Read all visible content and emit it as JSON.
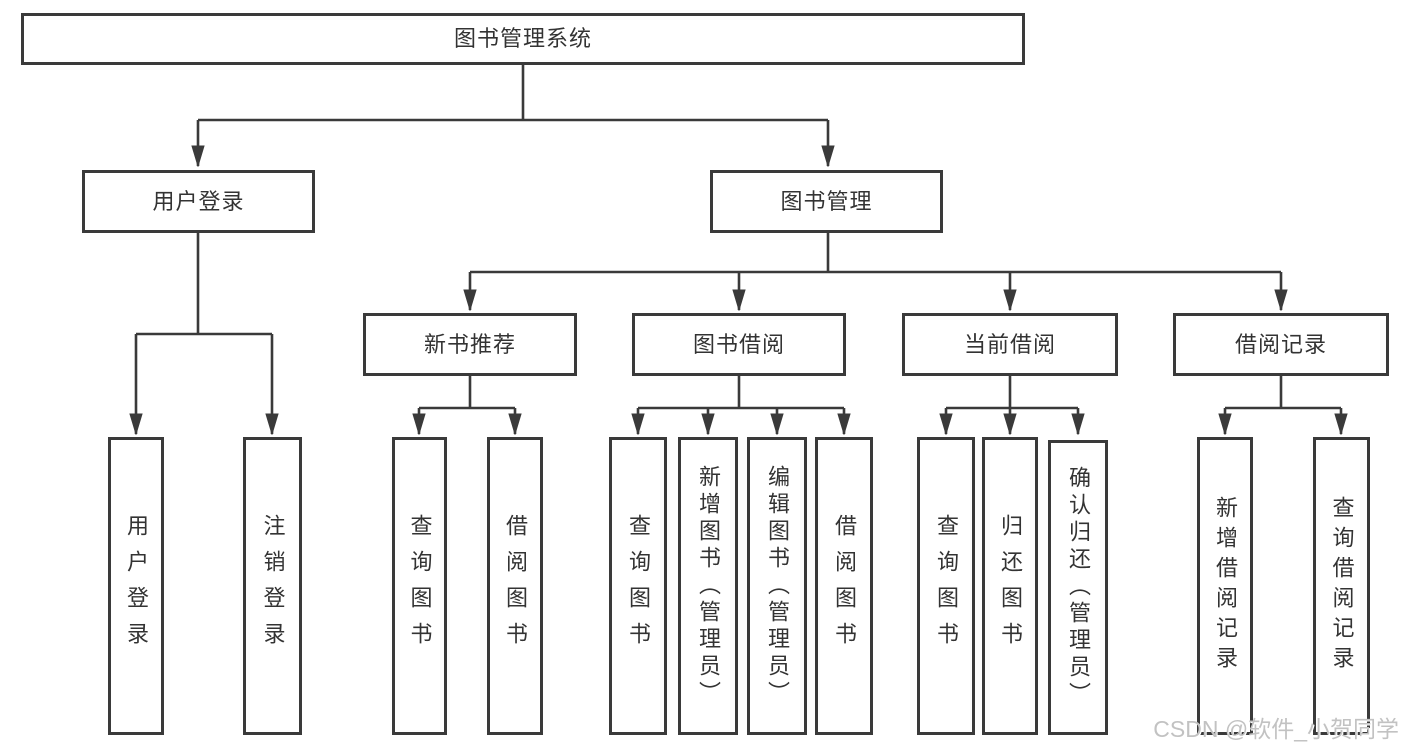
{
  "tree": {
    "root": {
      "label": "图书管理系统"
    },
    "branches": [
      {
        "label": "用户登录",
        "children": [
          {
            "label": "用户登录"
          },
          {
            "label": "注销登录"
          }
        ]
      },
      {
        "label": "图书管理",
        "children": [
          {
            "label": "新书推荐",
            "children": [
              {
                "label": "查询图书"
              },
              {
                "label": "借阅图书"
              }
            ]
          },
          {
            "label": "图书借阅",
            "children": [
              {
                "label": "查询图书"
              },
              {
                "label": "新增图书（管理员）"
              },
              {
                "label": "编辑图书（管理员）"
              },
              {
                "label": "借阅图书"
              }
            ]
          },
          {
            "label": "当前借阅",
            "children": [
              {
                "label": "查询图书"
              },
              {
                "label": "归还图书"
              },
              {
                "label": "确认归还（管理员）"
              }
            ]
          },
          {
            "label": "借阅记录",
            "children": [
              {
                "label": "新增借阅记录"
              },
              {
                "label": "查询借阅记录"
              }
            ]
          }
        ]
      }
    ]
  },
  "watermark": {
    "text": "CSDN @软件_小贺同学"
  },
  "colors": {
    "line": "#3a3a3a",
    "box_border": "#3a3a3a",
    "text": "#333333",
    "watermark": "#c2c2c2",
    "background": "#ffffff"
  }
}
